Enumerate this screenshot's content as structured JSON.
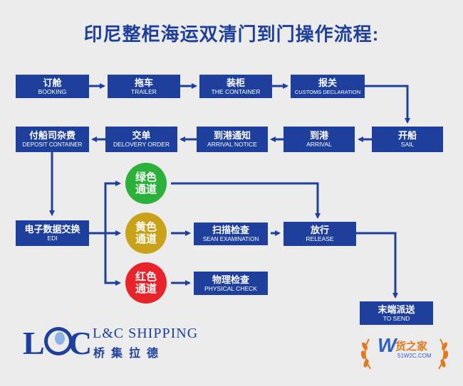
{
  "title": "印尼整柜海运双清门到门操作流程:",
  "steps": {
    "booking": {
      "zh": "订舱",
      "en": "BOOKING"
    },
    "trailer": {
      "zh": "拖车",
      "en": "TRAILER"
    },
    "container": {
      "zh": "装柜",
      "en": "THE CONTAINER"
    },
    "customs": {
      "zh": "报关",
      "en": "CUSTOMS DECLARATION"
    },
    "sail": {
      "zh": "开船",
      "en": "SAIL"
    },
    "arrival": {
      "zh": "到港",
      "en": "ARRIVAL"
    },
    "notice": {
      "zh": "到港通知",
      "en": "ARRIVAL NOTICE"
    },
    "delivery": {
      "zh": "交单",
      "en": "DELOVERY ORDER"
    },
    "deposit": {
      "zh": "付船司杂费",
      "en": "DEPOSIT CONTAINER"
    },
    "edi": {
      "zh": "电子数据交换",
      "en": "EDI"
    },
    "scan": {
      "zh": "扫描检查",
      "en": "SEAN EXAMINATION"
    },
    "release": {
      "zh": "放行",
      "en": "RELEASE"
    },
    "physical": {
      "zh": "物理检查",
      "en": "PHYSICAL CHECK"
    },
    "send": {
      "zh": "末端派送",
      "en": "TO SEND"
    }
  },
  "channels": {
    "green": {
      "line1": "绿色",
      "line2": "通道",
      "color": "#2bb13a"
    },
    "yellow": {
      "line1": "黄色",
      "line2": "通道",
      "color": "#c9a21a"
    },
    "red": {
      "line1": "红色",
      "line2": "通道",
      "color": "#e8242a"
    }
  },
  "colors": {
    "box": "#1e3f9c",
    "arrow": "#1e3f9c"
  },
  "logo": {
    "mark": "L&C",
    "en": "L&C SHIPPING",
    "zh": "桥集拉德"
  },
  "watermark": {
    "letter": "W",
    "text": "货之家",
    "sub": "51W2C.COM"
  }
}
